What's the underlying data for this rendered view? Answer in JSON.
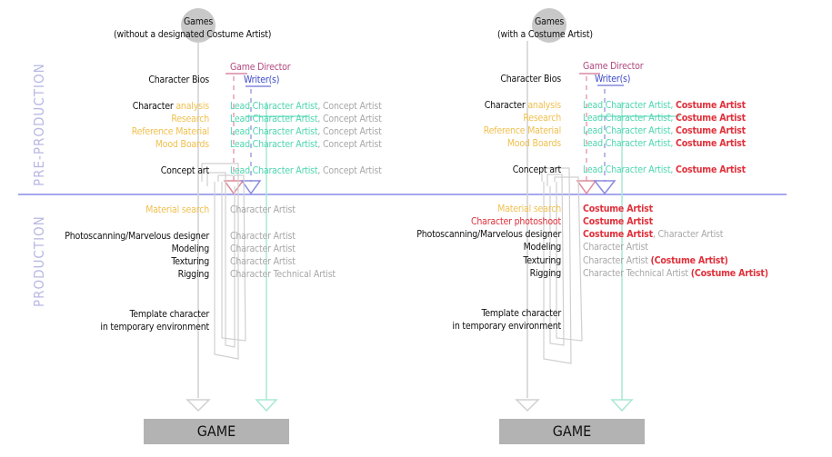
{
  "phases": {
    "pre_production": "PRE-PRODUCTION",
    "production": "PRODUCTION"
  },
  "colors": {
    "divider": "#a8a8f0",
    "teal": "#4fd6b0",
    "red": "#e0303a",
    "yellow": "#f0c050",
    "gray": "#a8a8a8",
    "director": "#b24a80",
    "writer": "#3a48c8",
    "node": "#c8c8c8",
    "game_box": "#b3b3b3"
  },
  "left": {
    "node_title": "Games",
    "node_subtitle": "(without a designated Costume Artist)",
    "bios_label": "Character Bios",
    "game_director": "Game Director",
    "writers": "Writer(s)",
    "pre": [
      {
        "step_a": "Character",
        "step_b": " analysis",
        "lead": "Lead Character Artist",
        "other": ", Concept Artist"
      },
      {
        "step_a": "",
        "step_b": "Research",
        "lead": "Lead Character Artist",
        "other": ", Concept Artist"
      },
      {
        "step_a": "",
        "step_b": "Reference Material",
        "lead": "Lead Character Artist",
        "other": ", Concept Artist"
      },
      {
        "step_a": "",
        "step_b": "Mood Boards",
        "lead": "Lead Character Artist",
        "other": ", Concept Artist"
      },
      {
        "step_a": "Concept art",
        "step_b": "",
        "lead": "Lead Character Artist",
        "other": ", Concept Artist"
      }
    ],
    "prod": [
      {
        "step": "Material search",
        "role": "Character Artist"
      },
      {
        "step": "Photoscanning/Marvelous designer",
        "role": "Character Artist"
      },
      {
        "step": "Modeling",
        "role": "Character Artist"
      },
      {
        "step": "Texturing",
        "role": "Character Artist"
      },
      {
        "step": "Rigging",
        "role": "Character Technical Artist"
      }
    ],
    "template_1": "Template character",
    "template_2": "in temporary environment",
    "game": "GAME"
  },
  "right": {
    "node_title": "Games",
    "node_subtitle": "(with a Costume Artist)",
    "bios_label": "Character Bios",
    "game_director": "Game Director",
    "writers": "Writer(s)",
    "pre": [
      {
        "step_a": "Character",
        "step_b": " analysis",
        "lead": "Lead Character Artist",
        "sep": ", ",
        "costume": "Costume Artist"
      },
      {
        "step_a": "",
        "step_b": "Research",
        "lead": "Lead Character Artist",
        "sep": ", ",
        "costume": "Costume Artist"
      },
      {
        "step_a": "",
        "step_b": "Reference Material",
        "lead": "Lead Character Artist",
        "sep": ", ",
        "costume": "Costume Artist"
      },
      {
        "step_a": "",
        "step_b": "Mood Boards",
        "lead": "Lead Character Artist",
        "sep": ", ",
        "costume": "Costume Artist"
      },
      {
        "step_a": "Concept art",
        "step_b": "",
        "lead": "Lead Character Artist",
        "sep": ", ",
        "costume": "Costume Artist"
      }
    ],
    "prod": [
      {
        "step": "Material search",
        "r1": "Costume Artist",
        "r2": ""
      },
      {
        "step": "Character photoshoot",
        "r1": "Costume Artist",
        "r2": ""
      },
      {
        "step": "Photoscanning/Marvelous designer",
        "r1": "Costume Artist",
        "r2": ", Character Artist"
      },
      {
        "step": "Modeling",
        "r1": "",
        "r2": "Character Artist"
      },
      {
        "step": "Texturing",
        "r1": "",
        "r2": "Character Artist ",
        "r3": "(Costume Artist)"
      },
      {
        "step": "Rigging",
        "r1": "",
        "r2": "Character Technical Artist ",
        "r3": "(Costume Artist)"
      }
    ],
    "template_1": "Template character",
    "template_2": "in temporary environment",
    "game": "GAME"
  }
}
